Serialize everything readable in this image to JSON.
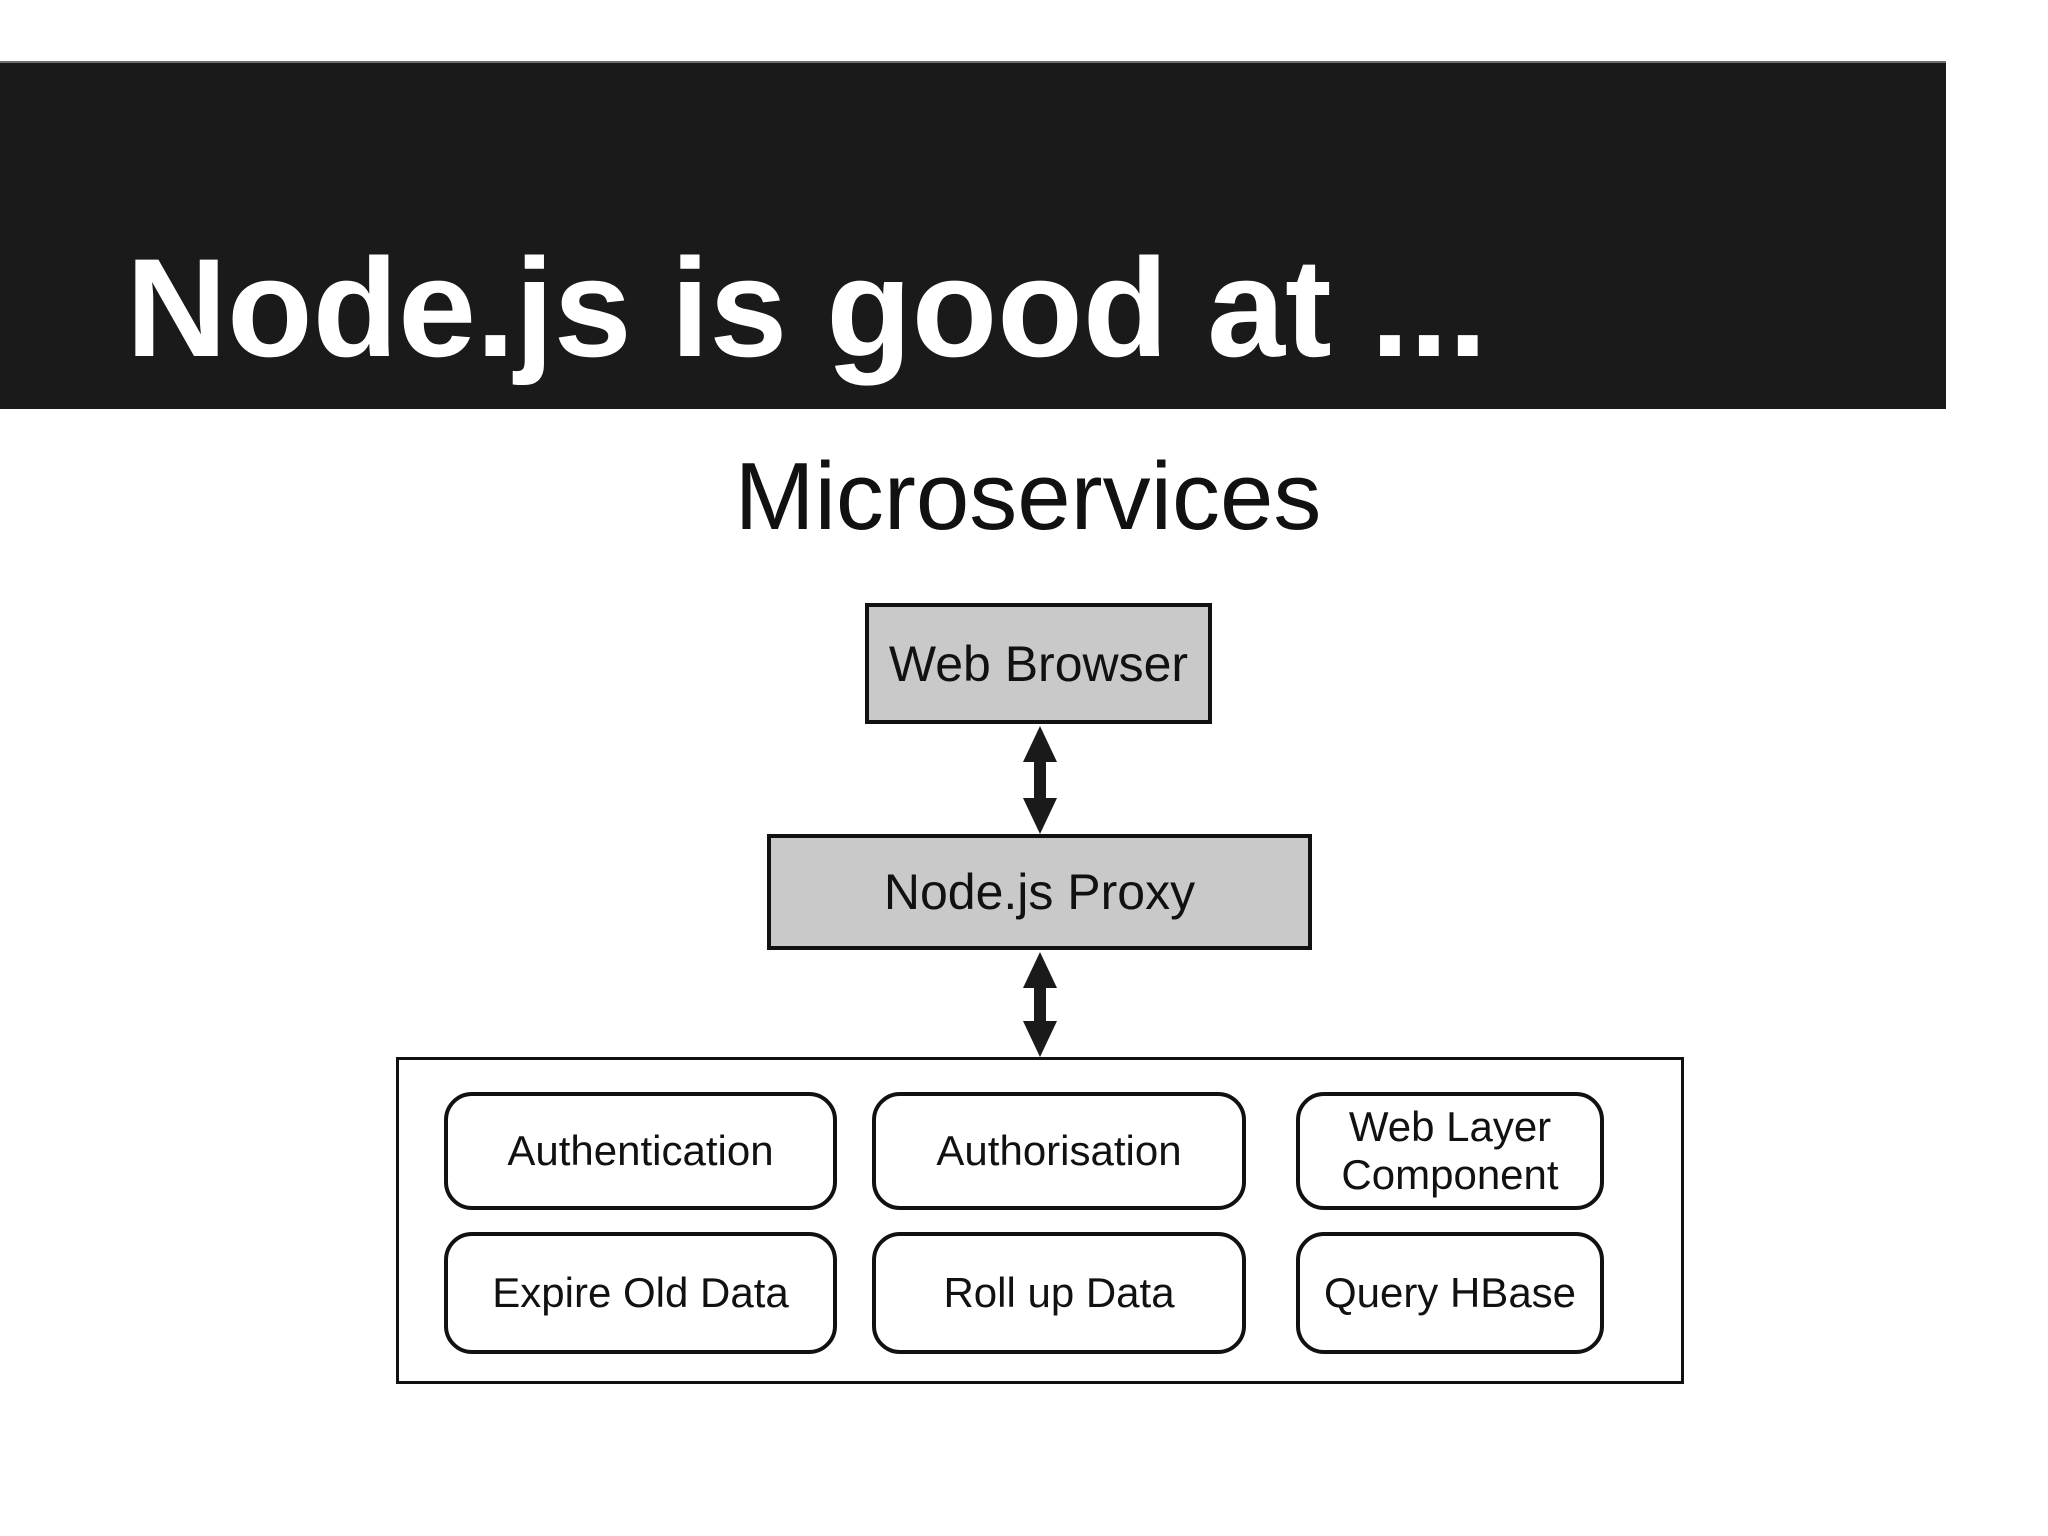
{
  "slide": {
    "banner": {
      "title": "Node.js is good at ...",
      "bg_color": "#1a1a1a",
      "text_color": "#ffffff"
    },
    "subtitle": "Microservices",
    "diagram": {
      "node_fill": "#c9c9c9",
      "border_color": "#111111",
      "nodes": [
        {
          "id": "web-browser",
          "label": "Web Browser"
        },
        {
          "id": "nodejs-proxy",
          "label": "Node.js Proxy"
        }
      ],
      "connections": [
        {
          "from": "web-browser",
          "to": "nodejs-proxy",
          "type": "bidirectional-arrow"
        },
        {
          "from": "nodejs-proxy",
          "to": "services-container",
          "type": "bidirectional-arrow"
        }
      ],
      "services": [
        {
          "label": "Authentication"
        },
        {
          "label": "Authorisation"
        },
        {
          "label": "Web Layer Component"
        },
        {
          "label": "Expire Old Data"
        },
        {
          "label": "Roll up Data"
        },
        {
          "label": "Query HBase"
        }
      ]
    }
  }
}
